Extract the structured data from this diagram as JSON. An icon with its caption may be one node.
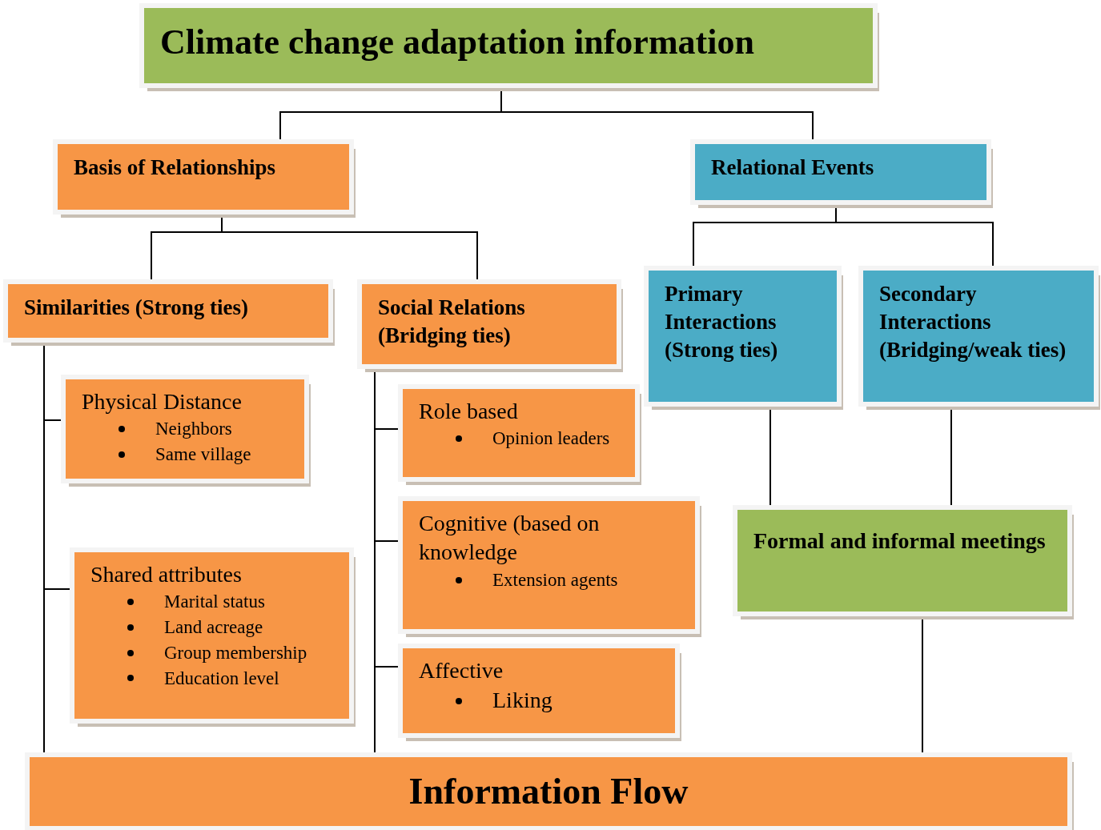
{
  "diagram": {
    "nodes": [
      {
        "text": [
          "Climate change adaptation information"
        ]
      },
      {
        "text": [
          "Basis of Relationships"
        ]
      },
      {
        "text": [
          "Relational Events"
        ]
      },
      {
        "text": [
          "Similarities (Strong ties)"
        ]
      },
      {
        "text": [
          "Social Relations (Bridging ties)"
        ]
      },
      {
        "text": [
          "Primary Interactions (Strong ties)"
        ]
      },
      {
        "text": [
          "Secondary Interactions (Bridging/weak ties)"
        ]
      },
      {
        "text": [
          "Physical Distance",
          "Neighbors",
          "Same village"
        ]
      },
      {
        "text": [
          "Shared attributes",
          "Marital status",
          "Land acreage",
          "Group membership",
          "Education level"
        ]
      },
      {
        "text": [
          "Role based",
          "Opinion leaders"
        ]
      },
      {
        "text": [
          "Cognitive (based on knowledge",
          "Extension agents"
        ]
      },
      {
        "text": [
          "Affective",
          "Liking"
        ]
      },
      {
        "text": [
          "Formal and informal meetings"
        ]
      },
      {
        "text": [
          "Information Flow"
        ]
      }
    ],
    "edges": [
      {
        "from": 0,
        "to": 1,
        "arrow": "none"
      },
      {
        "from": 0,
        "to": 2,
        "arrow": "none"
      },
      {
        "from": 1,
        "to": 3,
        "arrow": "none"
      },
      {
        "from": 1,
        "to": 4,
        "arrow": "none"
      },
      {
        "from": 2,
        "to": 5,
        "arrow": "none"
      },
      {
        "from": 2,
        "to": 6,
        "arrow": "none"
      },
      {
        "from": 3,
        "to": 7,
        "arrow": "none"
      },
      {
        "from": 3,
        "to": 8,
        "arrow": "none"
      },
      {
        "from": 3,
        "to": 13,
        "arrow": "none"
      },
      {
        "from": 4,
        "to": 9,
        "arrow": "none"
      },
      {
        "from": 4,
        "to": 10,
        "arrow": "none"
      },
      {
        "from": 4,
        "to": 11,
        "arrow": "none"
      },
      {
        "from": 4,
        "to": 13,
        "arrow": "none"
      },
      {
        "from": 5,
        "to": 12,
        "arrow": "none"
      },
      {
        "from": 6,
        "to": 12,
        "arrow": "none"
      },
      {
        "from": 12,
        "to": 13,
        "arrow": "none"
      }
    ]
  }
}
